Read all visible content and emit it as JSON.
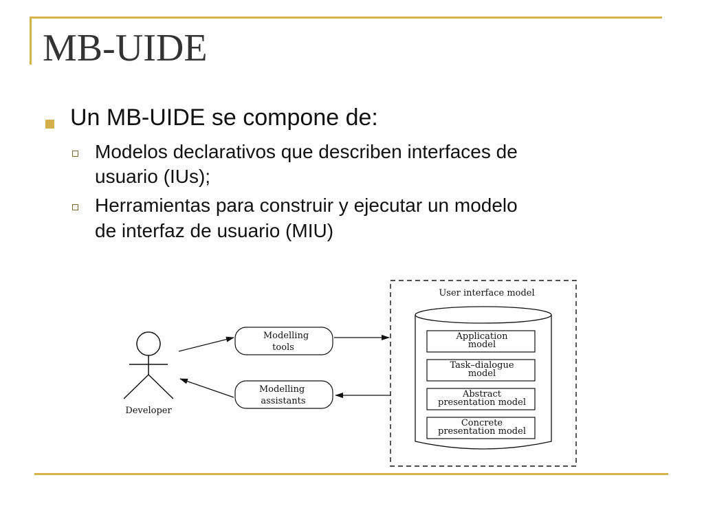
{
  "slide": {
    "title": "MB-UIDE"
  },
  "bullets": {
    "main": "Un MB-UIDE se compone de:",
    "sub": [
      {
        "line1": "Modelos declarativos que describen interfaces de",
        "line2": "usuario (IUs);"
      },
      {
        "line1": "Herramientas para construir y ejecutar un modelo",
        "line2": "de interfaz de usuario (MIU)"
      }
    ]
  },
  "diagram": {
    "actor_label": "Developer",
    "tools_line1": "Modelling",
    "tools_line2": "tools",
    "assistants_line1": "Modelling",
    "assistants_line2": "assistants",
    "container_title": "User interface model",
    "models": [
      {
        "line1": "Application",
        "line2": "model"
      },
      {
        "line1": "Task–dialogue",
        "line2": "model"
      },
      {
        "line1": "Abstract",
        "line2": "presentation model"
      },
      {
        "line1": "Concrete",
        "line2": "presentation model"
      }
    ]
  },
  "colors": {
    "accent": "#d6b24a",
    "text": "#111111"
  }
}
